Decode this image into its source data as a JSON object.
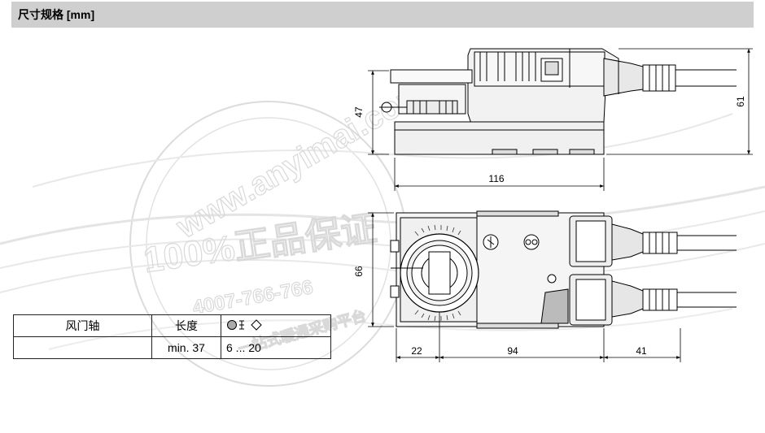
{
  "header": {
    "title": "尺寸规格 [mm]"
  },
  "dimensions": {
    "side_height": "47",
    "total_height": "61",
    "side_length": "116",
    "top_width": "66",
    "offset_left": "22",
    "body_length": "94",
    "cable_offset": "41"
  },
  "table": {
    "headers": [
      "风门轴",
      "长度"
    ],
    "row": [
      "",
      "min. 37",
      "6 ... 20"
    ]
  },
  "watermark": {
    "line1": "www.anyimai.com",
    "line2": "100%正品保证",
    "line3": "4007-766-766",
    "line4": "一站式暖通采购平台"
  }
}
